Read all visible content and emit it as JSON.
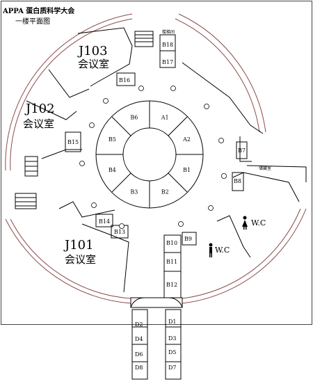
{
  "header": {
    "line1": "APPA 蛋白质科学大会",
    "line2": "一楼平面图"
  },
  "rooms": {
    "j103": {
      "code": "J103",
      "name": "会议室"
    },
    "j102": {
      "code": "J102",
      "name": "会议室"
    },
    "j101": {
      "code": "J101",
      "name": "会议室"
    },
    "storage": "储藏室",
    "stair_label": "楼梯间"
  },
  "booths": {
    "ring": [
      "A1",
      "A2",
      "B1",
      "B2",
      "B3",
      "B4",
      "B5",
      "B6"
    ],
    "outer": [
      "B7",
      "B8",
      "B9",
      "B10",
      "B11",
      "B12",
      "B13",
      "B14",
      "B15",
      "B16",
      "B17",
      "B18"
    ],
    "corridor": [
      "D1",
      "D2",
      "D3",
      "D4",
      "D5",
      "D6",
      "D7",
      "D8"
    ]
  },
  "restrooms": [
    "W.C",
    "W.C"
  ]
}
